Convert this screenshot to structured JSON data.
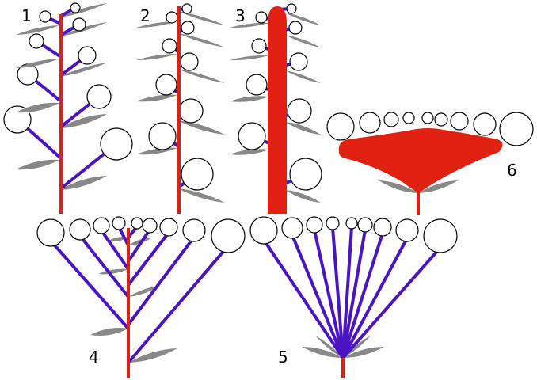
{
  "panels": [
    {
      "label": "1"
    },
    {
      "label": "2"
    },
    {
      "label": "3"
    },
    {
      "label": "4"
    },
    {
      "label": "5"
    },
    {
      "label": "6"
    }
  ],
  "colors": {
    "axis": "#e02010",
    "pedicel": "#4a14c4",
    "bract": "#888888",
    "flower_fill": "#ffffff",
    "flower_stroke": "#000000"
  }
}
